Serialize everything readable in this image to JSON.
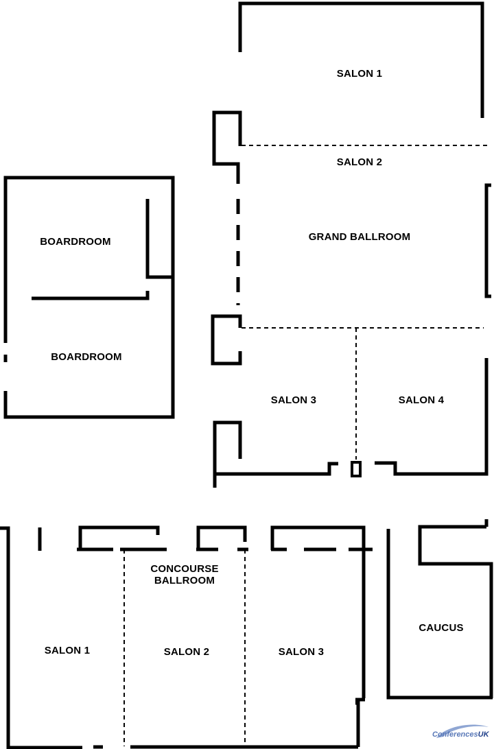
{
  "rooms": {
    "upper_salon1": "SALON 1",
    "upper_salon2": "SALON 2",
    "grand_ballroom": "GRAND BALLROOM",
    "boardroom_a": "BOARDROOM",
    "boardroom_b": "BOARDROOM",
    "upper_salon3": "SALON 3",
    "upper_salon4": "SALON 4",
    "concourse_line1": "CONCOURSE",
    "concourse_line2": "BALLROOM",
    "lower_salon1": "SALON 1",
    "lower_salon2": "SALON 2",
    "lower_salon3": "SALON 3",
    "caucus": "CAUCUS"
  },
  "logo": {
    "brand": "Conferences",
    "suffix": "UK"
  },
  "colors": {
    "logo_light": "#5a79b8",
    "logo_dark": "#1f3f8a"
  }
}
